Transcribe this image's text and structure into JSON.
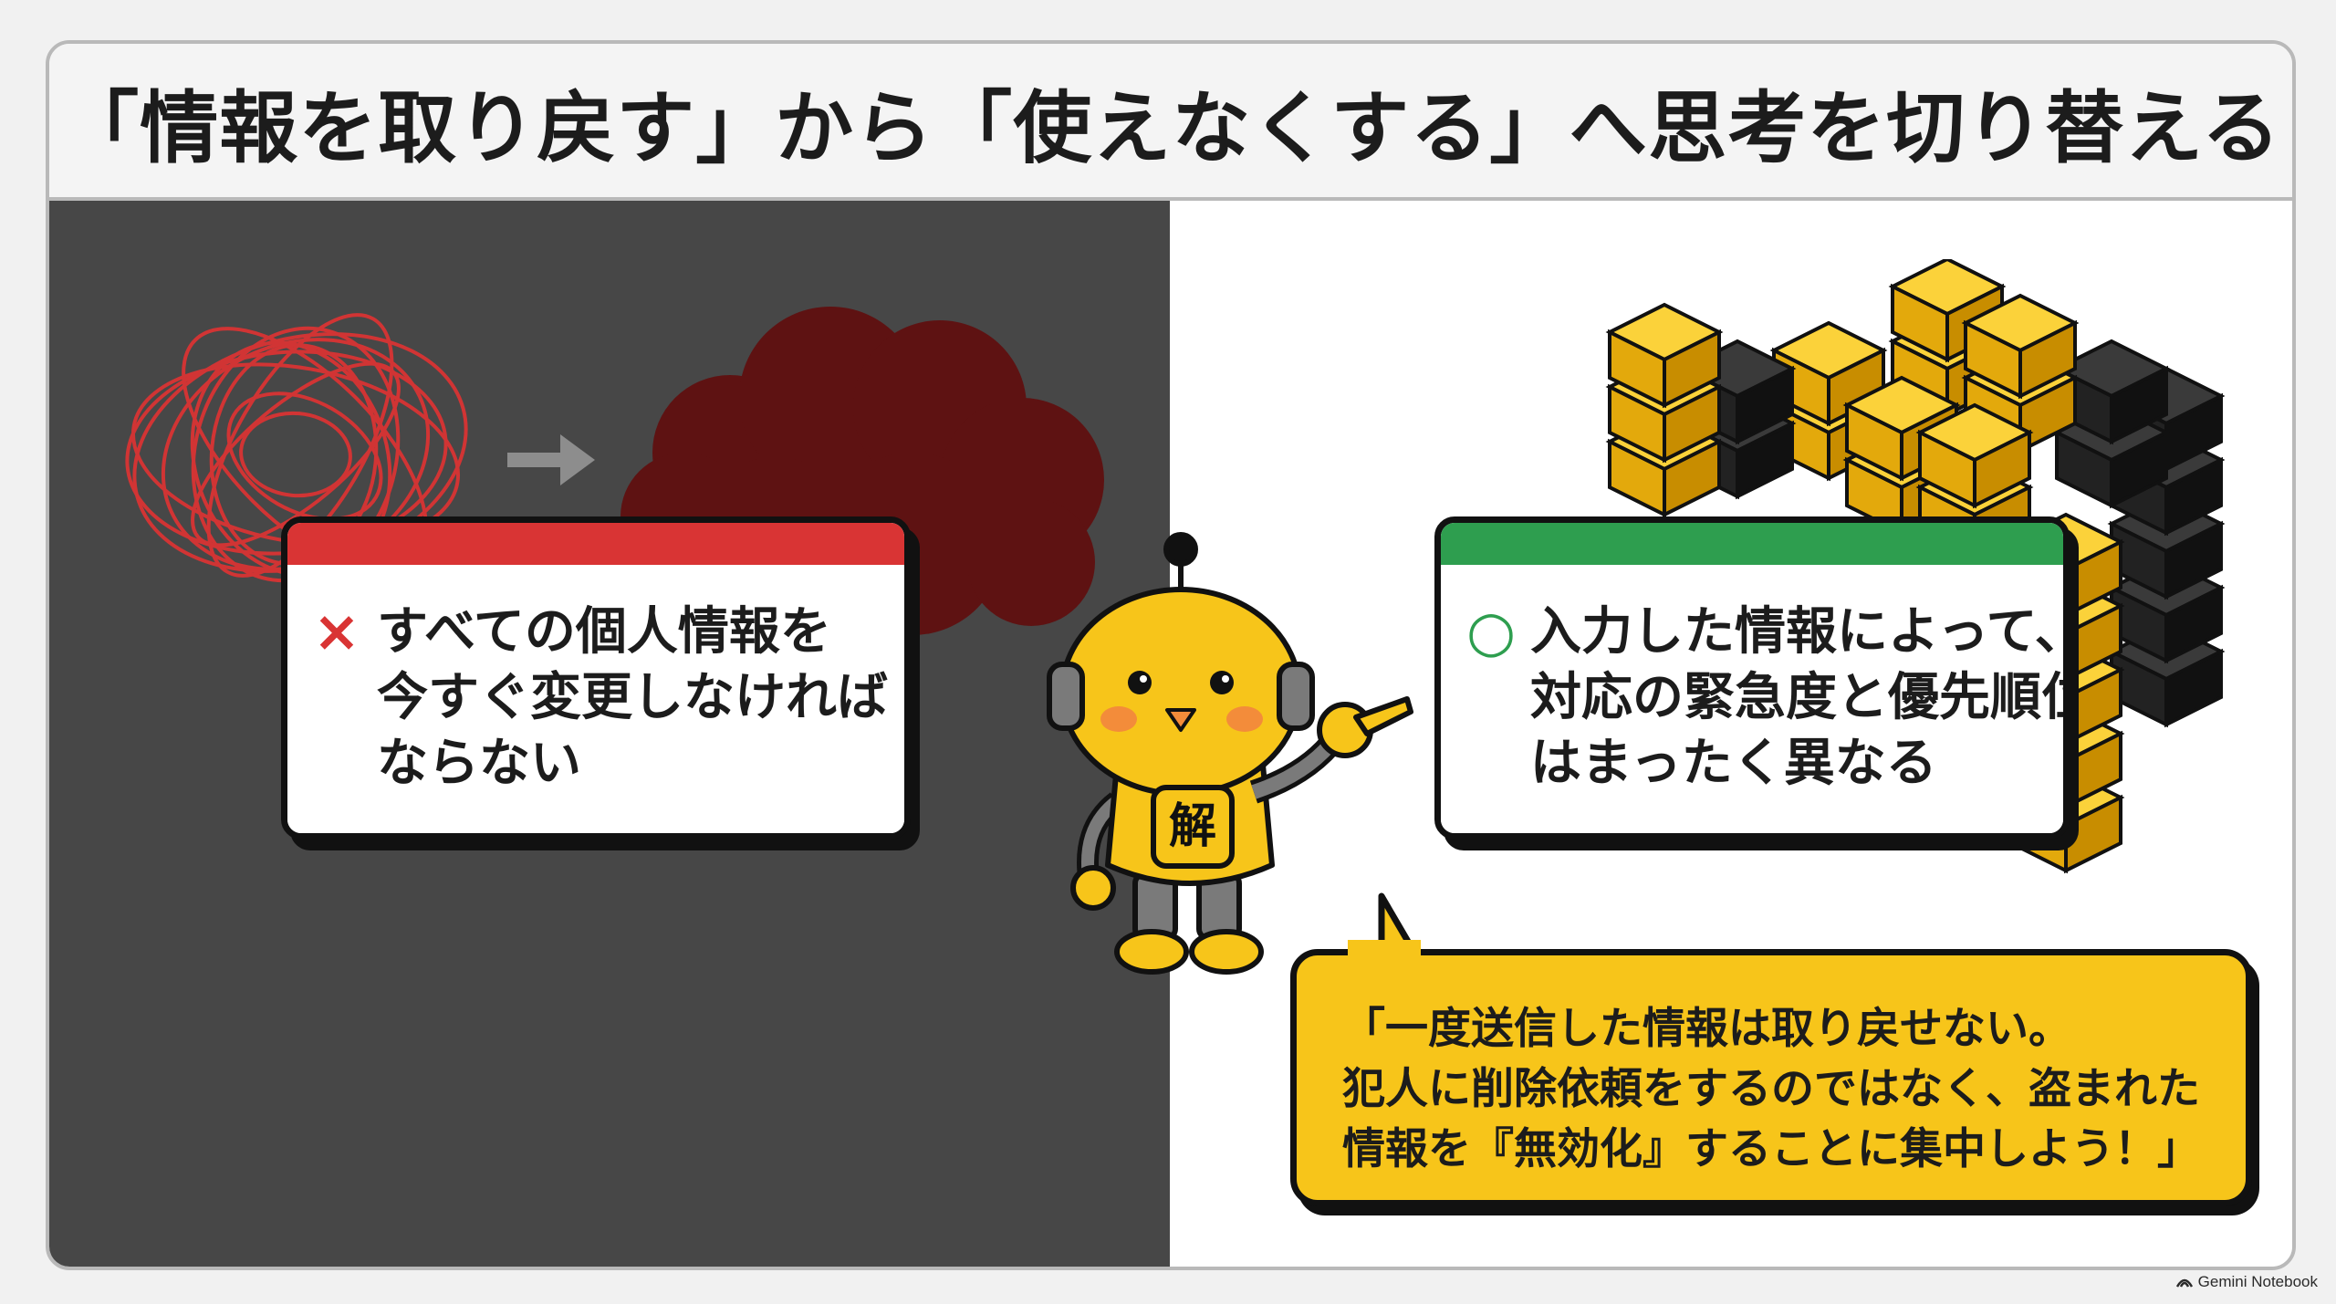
{
  "title": "「情報を取り戻す」から「使えなくする」へ思考を切り替える",
  "left_card": {
    "mark": "×",
    "lines": [
      "すべての個人情報を",
      "今すぐ変更しなければ",
      "ならない"
    ]
  },
  "right_card": {
    "mark": "○",
    "lines": [
      "入力した情報によって、",
      "対応の緊急度と優先順位",
      "はまったく異なる"
    ]
  },
  "mascot": {
    "badge": "解"
  },
  "speech": {
    "lines": [
      "「一度送信した情報は取り戻せない。",
      "犯人に削除依頼をするのではなく、盗まれた",
      "情報を『無効化』することに集中しよう！」"
    ]
  },
  "watermark": "Gemini Notebook",
  "colors": {
    "left_bg": "#474747",
    "danger": "#d93434",
    "success": "#2e9e4f",
    "accent_yellow": "#f7c51a",
    "cloud": "#5e1212"
  }
}
